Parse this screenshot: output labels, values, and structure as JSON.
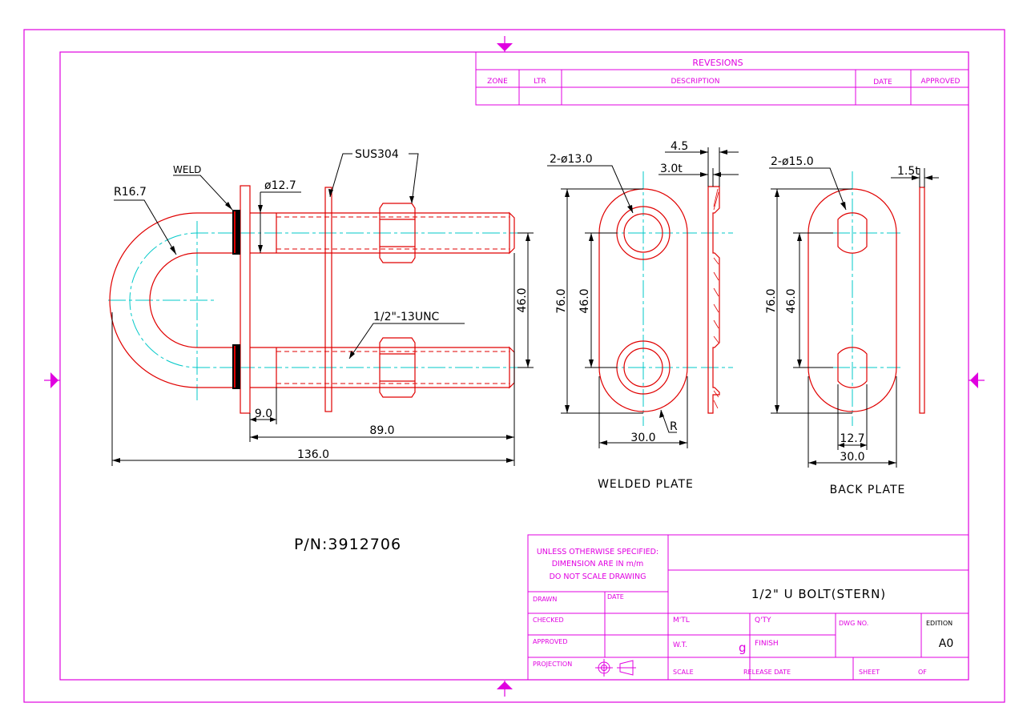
{
  "revisions": {
    "title": "REVESIONS",
    "headers": [
      "ZONE",
      "LTR",
      "DESCRIPTION",
      "DATE",
      "APPROVED"
    ]
  },
  "dims": {
    "r_bend": "R16.7",
    "weld": "WELD",
    "dia_rod": "ø12.7",
    "material_tag": "SUS304",
    "thread": "1/2\"-13UNC",
    "d46": "46.0",
    "d9": "9.0",
    "d89": "89.0",
    "d136": "136.0",
    "wp_holes": "2-ø13.0",
    "wp_76": "76.0",
    "wp_46": "46.0",
    "wp_30": "30.0",
    "wp_r": "R",
    "wp_45": "4.5",
    "wp_3t": "3.0t",
    "bp_holes": "2-ø15.0",
    "bp_15t": "1.5t",
    "bp_76": "76.0",
    "bp_46": "46.0",
    "bp_127": "12.7",
    "bp_30": "30.0"
  },
  "views": {
    "welded": "WELDED PLATE",
    "back": "BACK PLATE"
  },
  "part_number": "P/N:3912706",
  "title_block": {
    "note_1": "UNLESS OTHERWISE SPECIFIED:",
    "note_2": "DIMENSION ARE IN m/m",
    "note_3": "DO NOT SCALE DRAWING",
    "title": "1/2\" U BOLT(STERN)",
    "drawn": "DRAWN",
    "date": "DATE",
    "checked": "CHECKED",
    "approved": "APPROVED",
    "projection": "PROJECTION",
    "mtl": "M'TL",
    "qty": "Q'TY",
    "dwg_no": "DWG NO.",
    "edition": "EDITION",
    "edition_value": "A0",
    "wt": "W.T.",
    "wt_unit": "g",
    "finish": "FINISH",
    "scale": "SCALE",
    "release_date": "RELEASE DATE",
    "sheet": "SHEET",
    "of": "OF"
  },
  "colors": {
    "border": "#e000e0",
    "part": "#e00000",
    "center": "#00c8c8",
    "dim": "#000000"
  }
}
